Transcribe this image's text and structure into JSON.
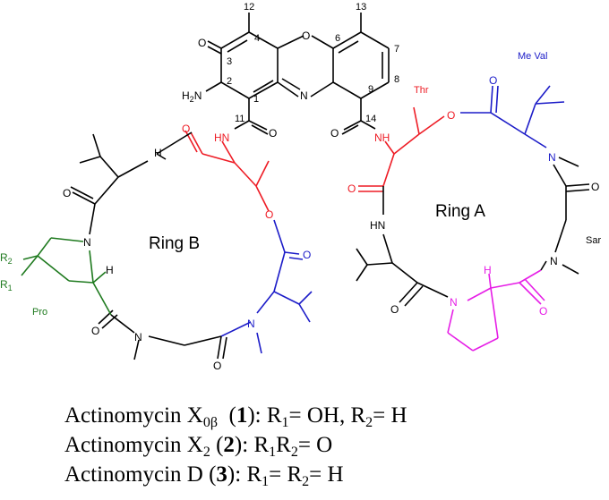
{
  "colors": {
    "chromophore": "#000000",
    "thr": "#ee1c25",
    "meval": "#1c1cc8",
    "sar": "#000000",
    "pro_ring_a": "#e61ee6",
    "pro_ring_b": "#1f7a1f"
  },
  "labels": {
    "ring_a": "Ring A",
    "ring_b": "Ring B",
    "thr": "Thr",
    "meval": "Me Val",
    "sar": "Sar",
    "pro": "Pro"
  },
  "atoms": {
    "o": "O",
    "n": "N",
    "nh": "NH",
    "hn": "HN",
    "h2n": "H2N",
    "h": "H",
    "r1": "R1",
    "r2": "R2"
  },
  "numbers": [
    "12",
    "13",
    "4",
    "6",
    "7",
    "3",
    "2",
    "8",
    "9",
    "1",
    "11",
    "14"
  ],
  "caption": [
    {
      "name": "Actinomycin X",
      "sub": "0β",
      "id": "1",
      "rest": ": R",
      "sub1": "1",
      "text1": "= OH, R",
      "sub2": "2",
      "text2": "= H"
    },
    {
      "name": "Actinomycin X",
      "sub": "2",
      "id": "2",
      "rest": ": R",
      "sub1": "1",
      "text1": "R",
      "sub2": "2",
      "text2": "= O"
    },
    {
      "name": "Actinomycin D",
      "sub": "",
      "id": "3",
      "rest": ": R",
      "sub1": "1",
      "text1": "= R",
      "sub2": "2",
      "text2": "= H"
    }
  ]
}
